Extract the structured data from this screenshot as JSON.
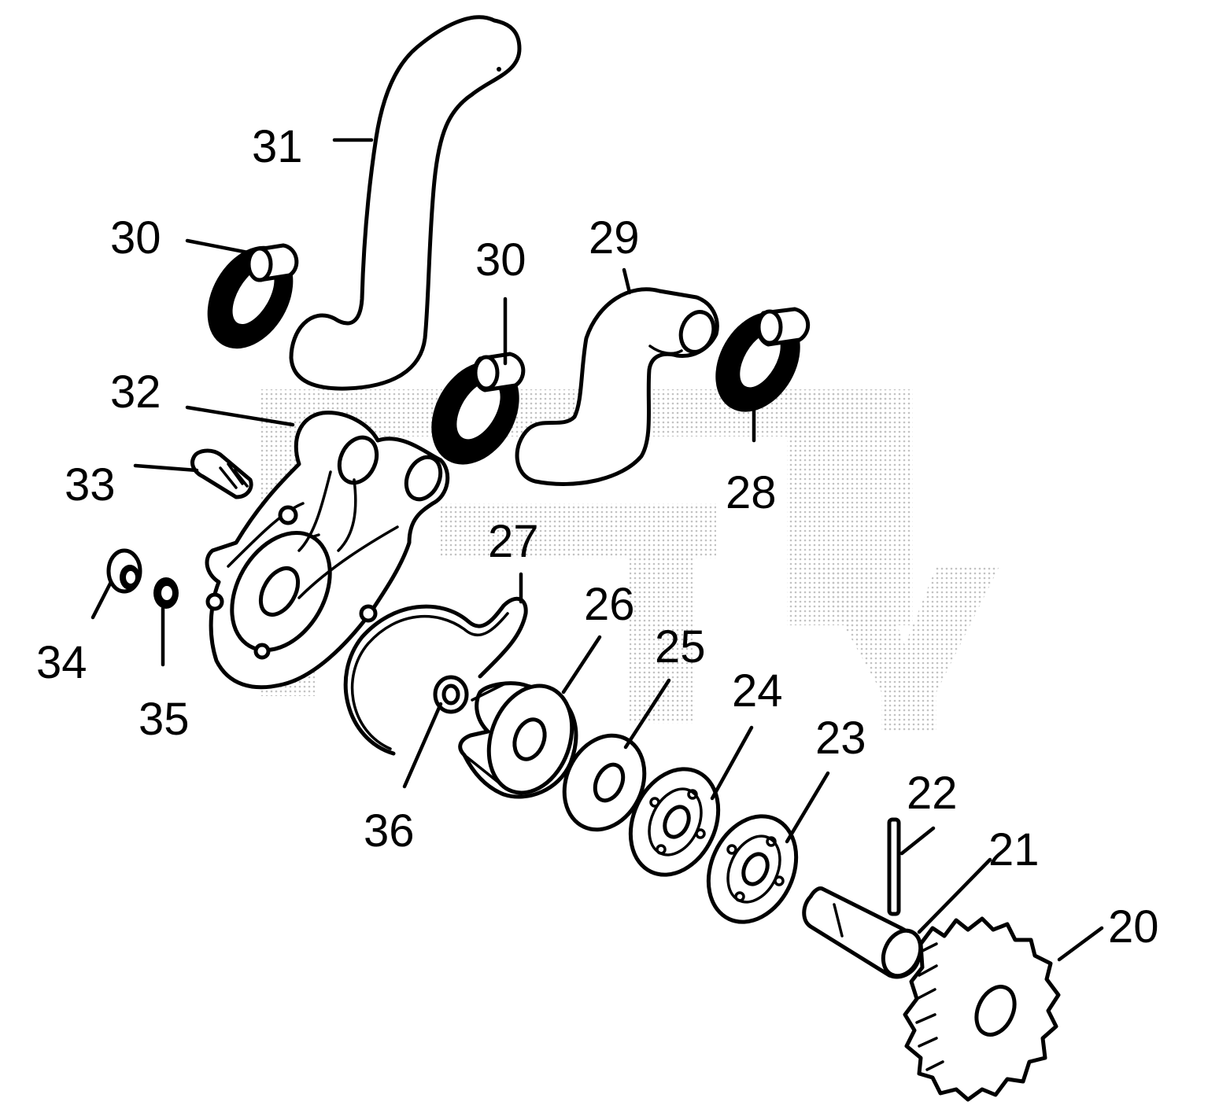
{
  "diagram": {
    "kind": "exploded parts diagram (water pump assembly)",
    "colors": {
      "line": "#000000",
      "background": "#ffffff",
      "watermark": "#bdbdbd"
    },
    "labels": [
      {
        "id": "20",
        "text": "20"
      },
      {
        "id": "21",
        "text": "21"
      },
      {
        "id": "22",
        "text": "22"
      },
      {
        "id": "23",
        "text": "23"
      },
      {
        "id": "24",
        "text": "24"
      },
      {
        "id": "25",
        "text": "25"
      },
      {
        "id": "26",
        "text": "26"
      },
      {
        "id": "27",
        "text": "27"
      },
      {
        "id": "28",
        "text": "28"
      },
      {
        "id": "29",
        "text": "29"
      },
      {
        "id": "30a",
        "text": "30"
      },
      {
        "id": "30b",
        "text": "30"
      },
      {
        "id": "31",
        "text": "31"
      },
      {
        "id": "32",
        "text": "32"
      },
      {
        "id": "33",
        "text": "33"
      },
      {
        "id": "34",
        "text": "34"
      },
      {
        "id": "35",
        "text": "35"
      },
      {
        "id": "36",
        "text": "36"
      }
    ]
  }
}
